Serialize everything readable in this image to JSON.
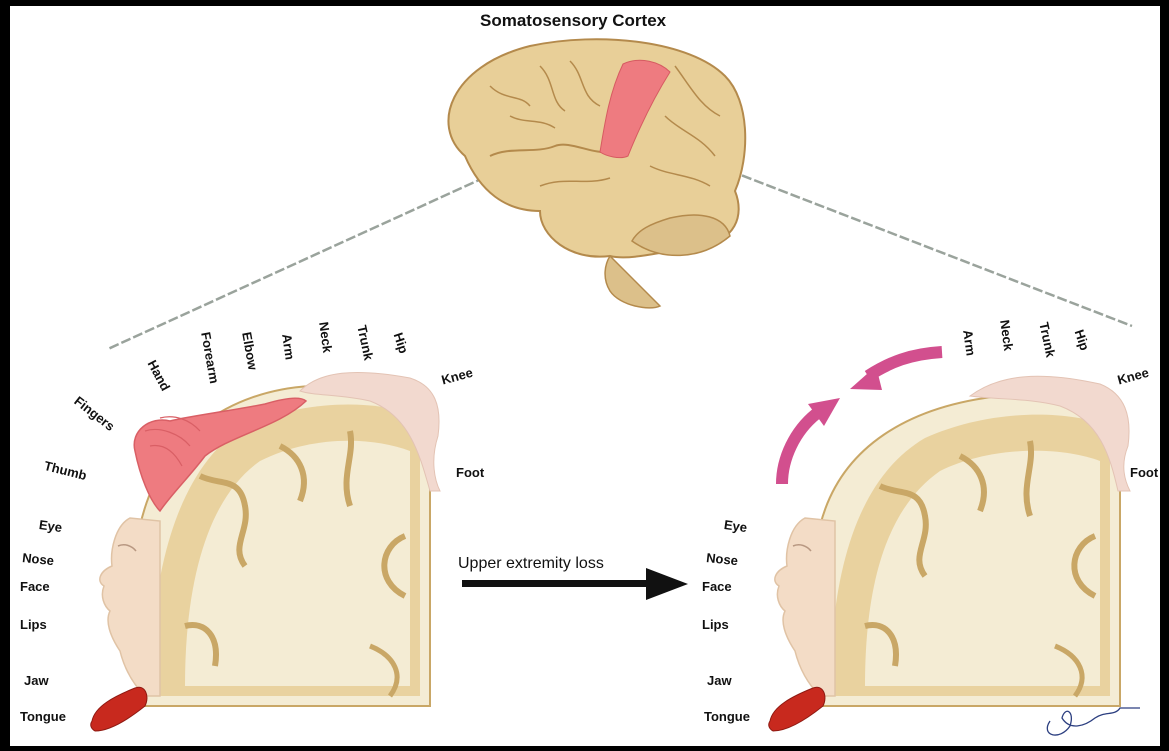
{
  "title": "Somatosensory Cortex",
  "arrow_label": "Upper extremity loss",
  "colors": {
    "brain": "#e8cf98",
    "brain_dark": "#c9a766",
    "sulcus": "#b48a4c",
    "highlight": "#ee7b80",
    "face": "#f3dcc6",
    "knee": "#f2d9cf",
    "tongue": "#c8291e",
    "reorg_arrow": "#d24f8e",
    "arrow": "#111111",
    "lines": "#9aa39c"
  },
  "left_map": {
    "labels": [
      "Fingers",
      "Hand",
      "Forearm",
      "Elbow",
      "Arm",
      "Neck",
      "Trunk",
      "Hip",
      "Knee",
      "Thumb",
      "Foot",
      "Eye",
      "Nose",
      "Face",
      "Lips",
      "Jaw",
      "Tongue"
    ]
  },
  "right_map": {
    "labels": [
      "Arm",
      "Neck",
      "Trunk",
      "Hip",
      "Knee",
      "Foot",
      "Eye",
      "Nose",
      "Face",
      "Lips",
      "Jaw",
      "Tongue"
    ]
  }
}
